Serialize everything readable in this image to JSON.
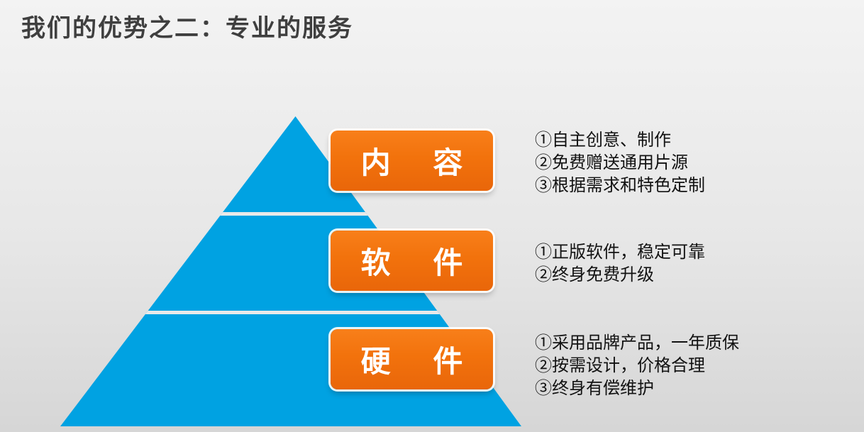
{
  "slide": {
    "title": "我们的优势之二：专业的服务"
  },
  "colors": {
    "pyramid_blue": "#00a2e2",
    "tier_box_orange": "#f2720c",
    "title_text": "#3f3f3f",
    "body_text": "#121212",
    "tier_label_text": "#ffffff",
    "background": "#e7e7e7"
  },
  "pyramid": {
    "tiers": [
      {
        "label": "内 容",
        "points": [
          "①自主创意、制作",
          "②免费赠送通用片源",
          "③根据需求和特色定制"
        ]
      },
      {
        "label": "软 件",
        "points": [
          "①正版软件，稳定可靠",
          "②终身免费升级"
        ]
      },
      {
        "label": "硬 件",
        "points": [
          "①采用品牌产品，一年质保",
          "②按需设计，价格合理",
          "③终身有偿维护"
        ]
      }
    ]
  }
}
